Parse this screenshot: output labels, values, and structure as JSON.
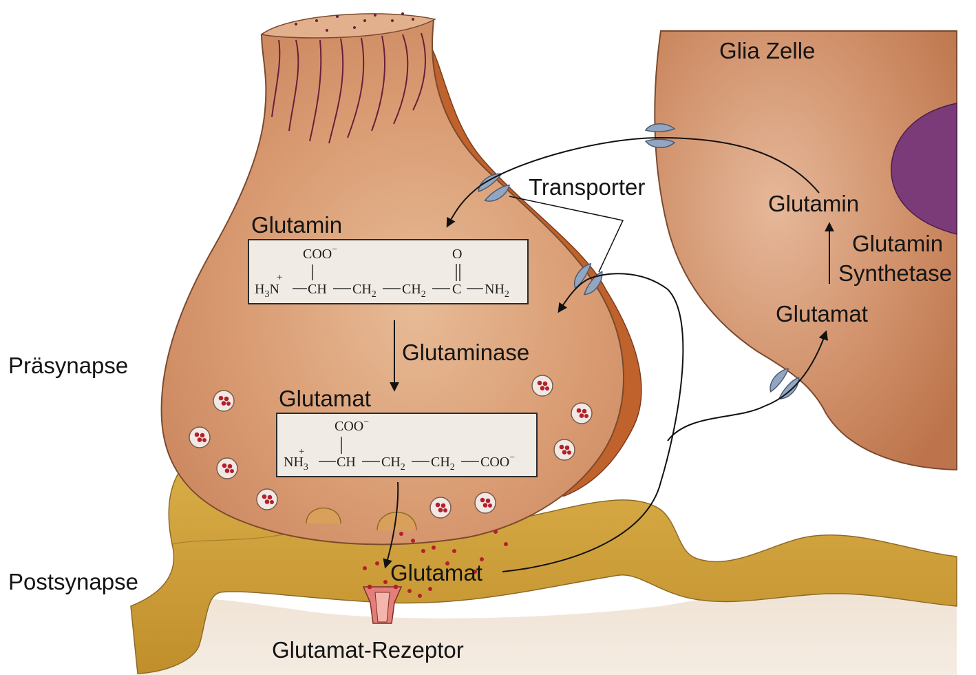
{
  "labels": {
    "glia_cell": "Glia Zelle",
    "transporter": "Transporter",
    "glutamine_pre": "Glutamin",
    "glutaminase": "Glutaminase",
    "glutamate_pre": "Glutamat",
    "presynapse": "Präsynapse",
    "postsynapse": "Postsynapse",
    "glutamate_cleft": "Glutamat",
    "glutamate_receptor": "Glutamat-Rezeptor",
    "glutamine_glia": "Glutamin",
    "synthetase_line1": "Glutamin",
    "synthetase_line2": "Synthetase",
    "glutamate_glia": "Glutamat"
  },
  "glutamine_formula": {
    "carboxyl": "COO",
    "charge_minus": "−",
    "oxygen": "O",
    "amine_h": "H",
    "amine_sub": "3",
    "amine_n": "N",
    "charge_plus": "+",
    "ch": "CH",
    "ch2_a": "CH",
    "ch2_b": "CH",
    "sub_2": "2",
    "carbon": "C",
    "nh": "NH",
    "nh_sub": "2"
  },
  "glutamate_formula": {
    "carboxyl": "COO",
    "charge_minus": "−",
    "nh": "NH",
    "nh_sub": "3",
    "charge_plus": "+",
    "ch": "CH",
    "ch2_a": "CH",
    "ch2_b": "CH",
    "sub_2": "2",
    "carboxyl_end": "COO",
    "charge_minus_end": "−"
  },
  "colors": {
    "terminal": "#cf9068",
    "terminal_shadow": "#c0622c",
    "glia": "#c47a50",
    "nucleus": "#7b3a78",
    "postsynapse": "#c99a34",
    "transporter": "#8fa2bf",
    "vesicle_dot": "#b3202a",
    "receptor": "#e37f7a",
    "formula_box": "#f0ebe4"
  }
}
